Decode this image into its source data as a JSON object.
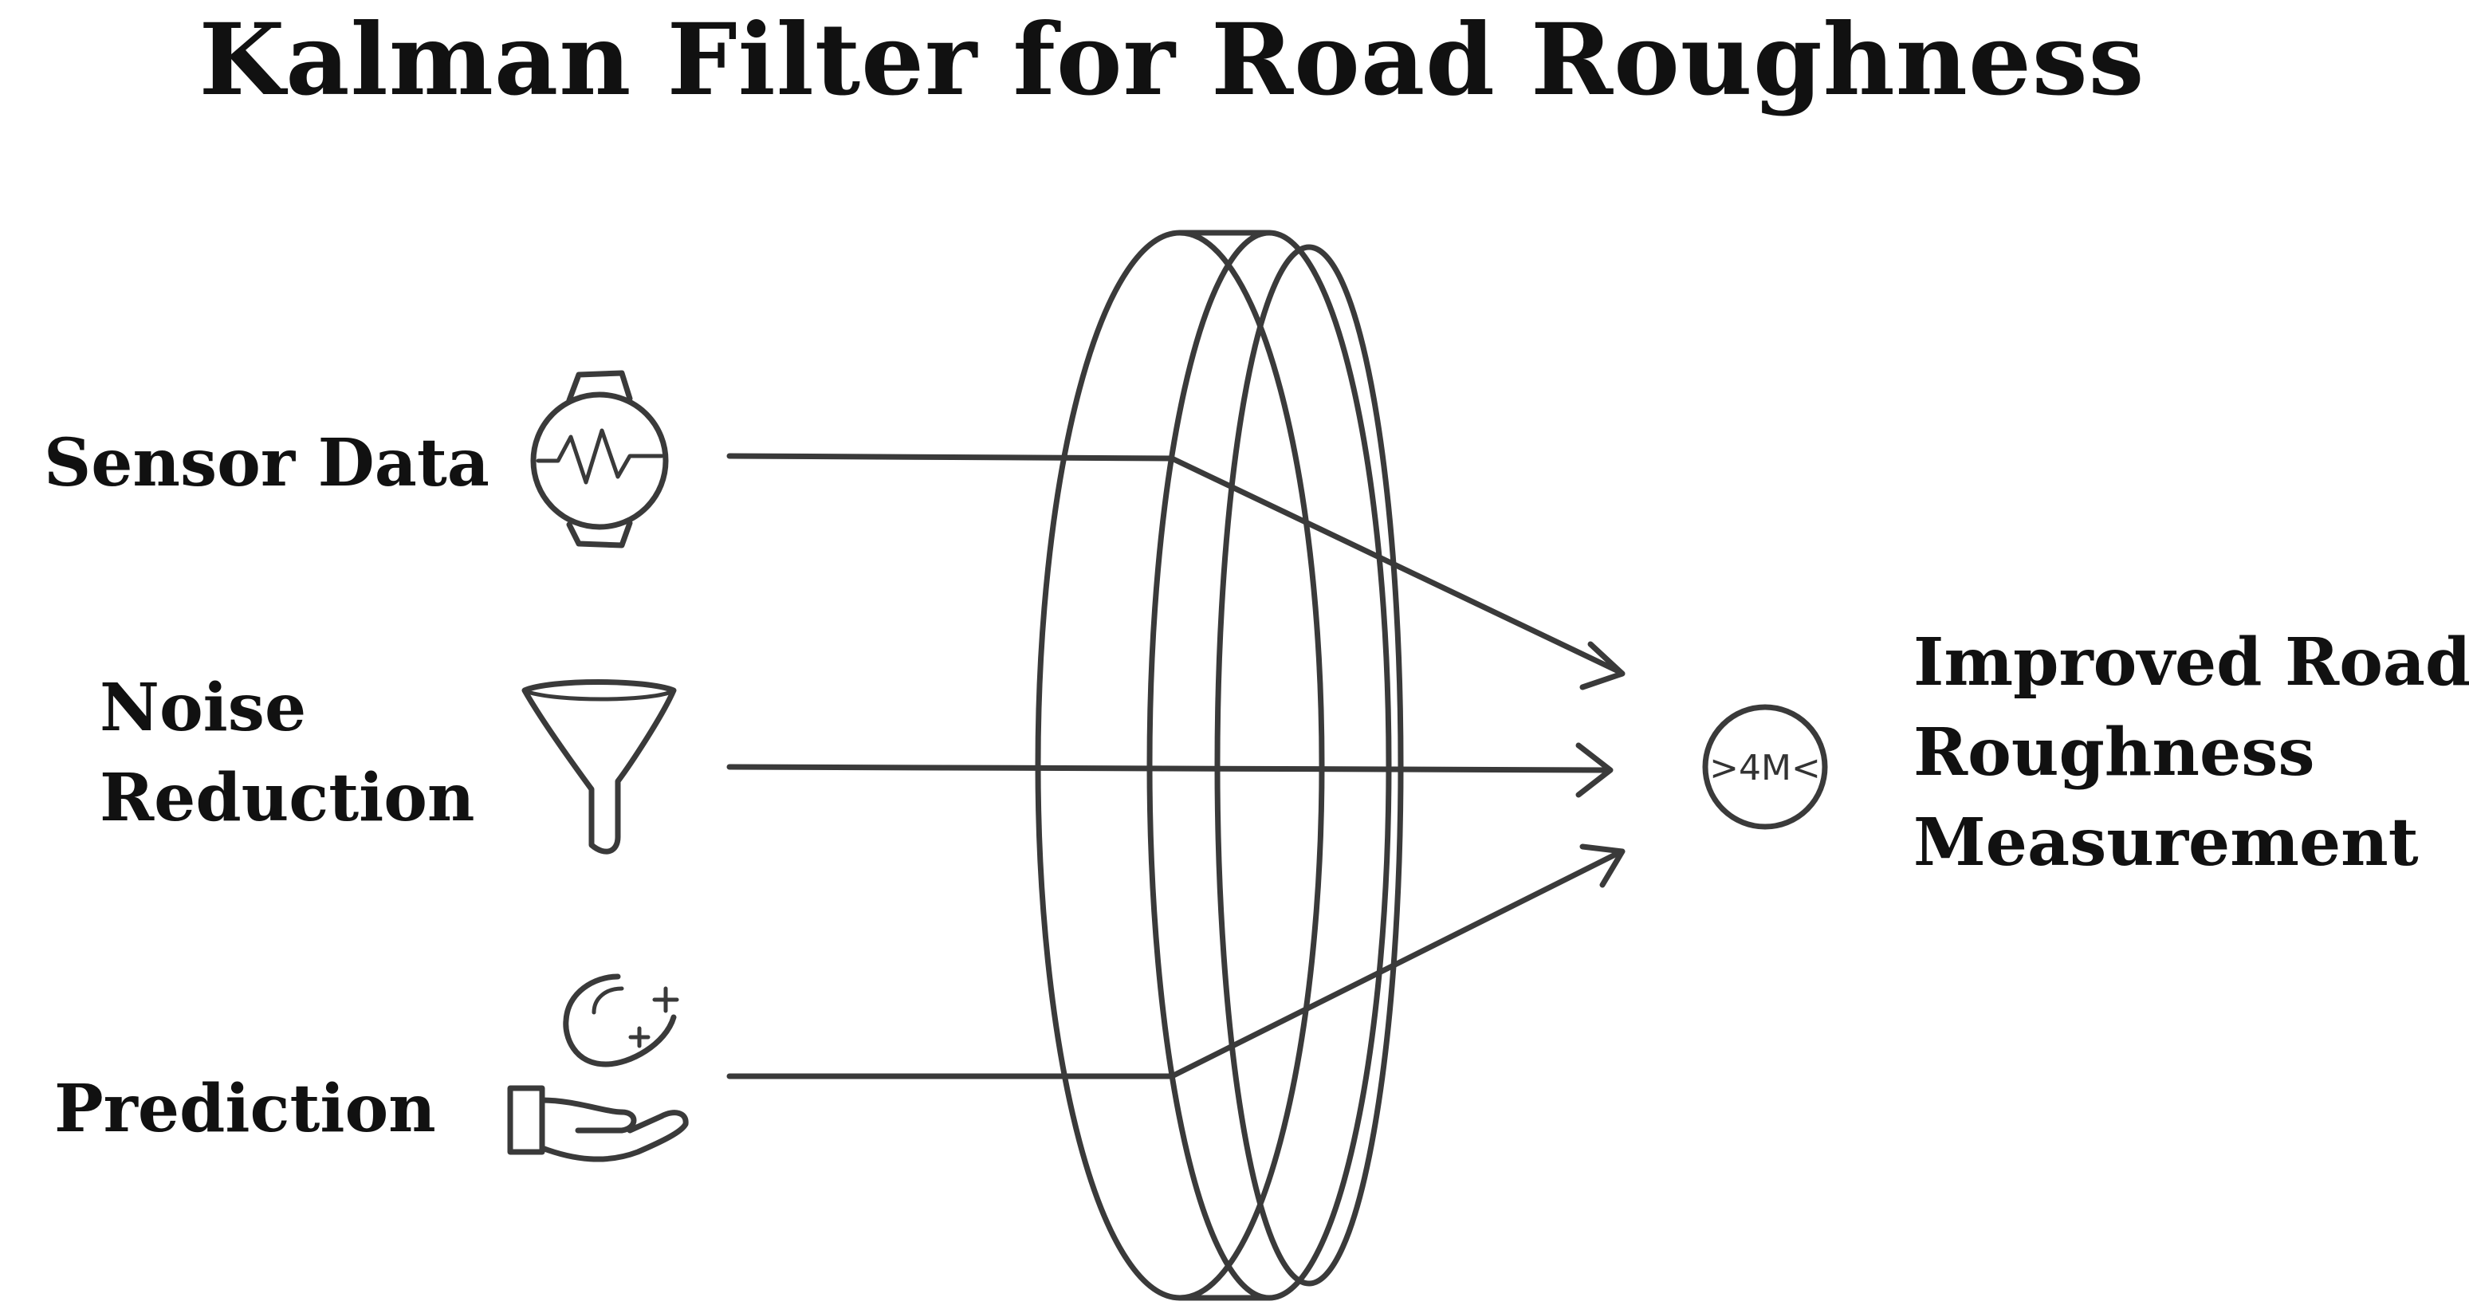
{
  "title": "Kalman Filter for Road Roughness",
  "inputs": [
    {
      "lines": [
        "Sensor Data"
      ],
      "icon": "smartwatch-waveform-icon"
    },
    {
      "lines": [
        "Noise",
        "Reduction"
      ],
      "icon": "funnel-icon"
    },
    {
      "lines": [
        "Prediction"
      ],
      "icon": "hand-holding-crystal-ball-icon"
    }
  ],
  "filter": {
    "icon": "lens-disc-icon"
  },
  "output": {
    "lines": [
      "Improved Road",
      "Roughness",
      "Measurement"
    ],
    "icon": "measurement-badge-icon",
    "icon_text": ">4M<"
  },
  "colors": {
    "stroke": "#3a3a3a",
    "text": "#111111",
    "background": "#ffffff"
  }
}
